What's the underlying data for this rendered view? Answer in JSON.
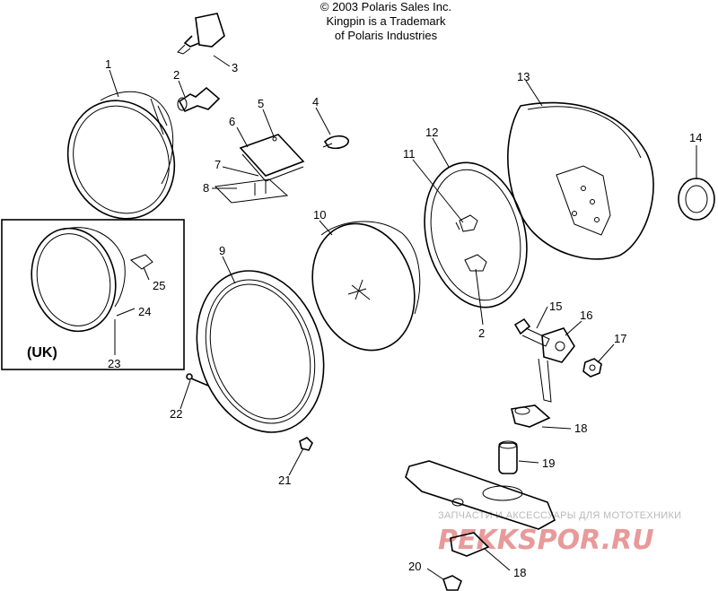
{
  "copyright": {
    "line1": "© 2003 Polaris Sales Inc.",
    "line2": "Kingpin is a Trademark",
    "line3": "of Polaris Industries"
  },
  "uk_box_label": "(UK)",
  "callouts": [
    "1",
    "2",
    "3",
    "4",
    "5",
    "6",
    "7",
    "8",
    "9",
    "10",
    "11",
    "12",
    "13",
    "14",
    "15",
    "16",
    "17",
    "18",
    "19",
    "2",
    "21",
    "22",
    "23",
    "24",
    "25",
    "18",
    "20"
  ],
  "watermark": {
    "top": "ЗАПЧАСТИ И АКСЕССУАРЫ ДЛЯ МОТОТЕХНИКИ",
    "main": "PEKKSPOR.RU"
  }
}
